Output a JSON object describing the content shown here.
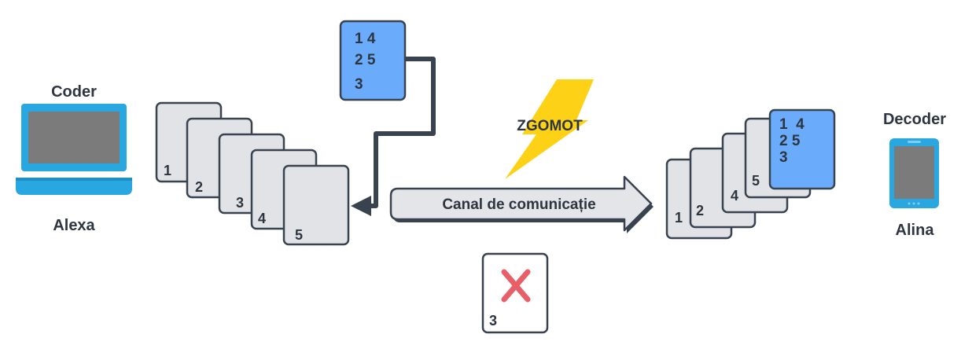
{
  "sender": {
    "role": "Coder",
    "name": "Alexa"
  },
  "receiver": {
    "role": "Decoder",
    "name": "Alina"
  },
  "parity_card": {
    "lines": [
      "1 4",
      "2 5",
      "3"
    ]
  },
  "sent_cards": [
    "1",
    "2",
    "3",
    "4",
    "5"
  ],
  "channel": {
    "label": "Canal de comunicație"
  },
  "noise": {
    "label": "ZGOMOT"
  },
  "lost_card": {
    "number": "3"
  },
  "received_cards": [
    "1",
    "2",
    "4",
    "5"
  ],
  "received_parity": {
    "lines": [
      "1  4",
      "2 5",
      "3"
    ]
  },
  "colors": {
    "device": "#29a7e1",
    "screen": "#7b7b7b",
    "card_fill": "#e1e3e7",
    "card_blue": "#6aacfb",
    "outline": "#394350",
    "lightning": "#fdd115",
    "error": "#e95f68",
    "arrow_fill": "#e3e5e9"
  }
}
